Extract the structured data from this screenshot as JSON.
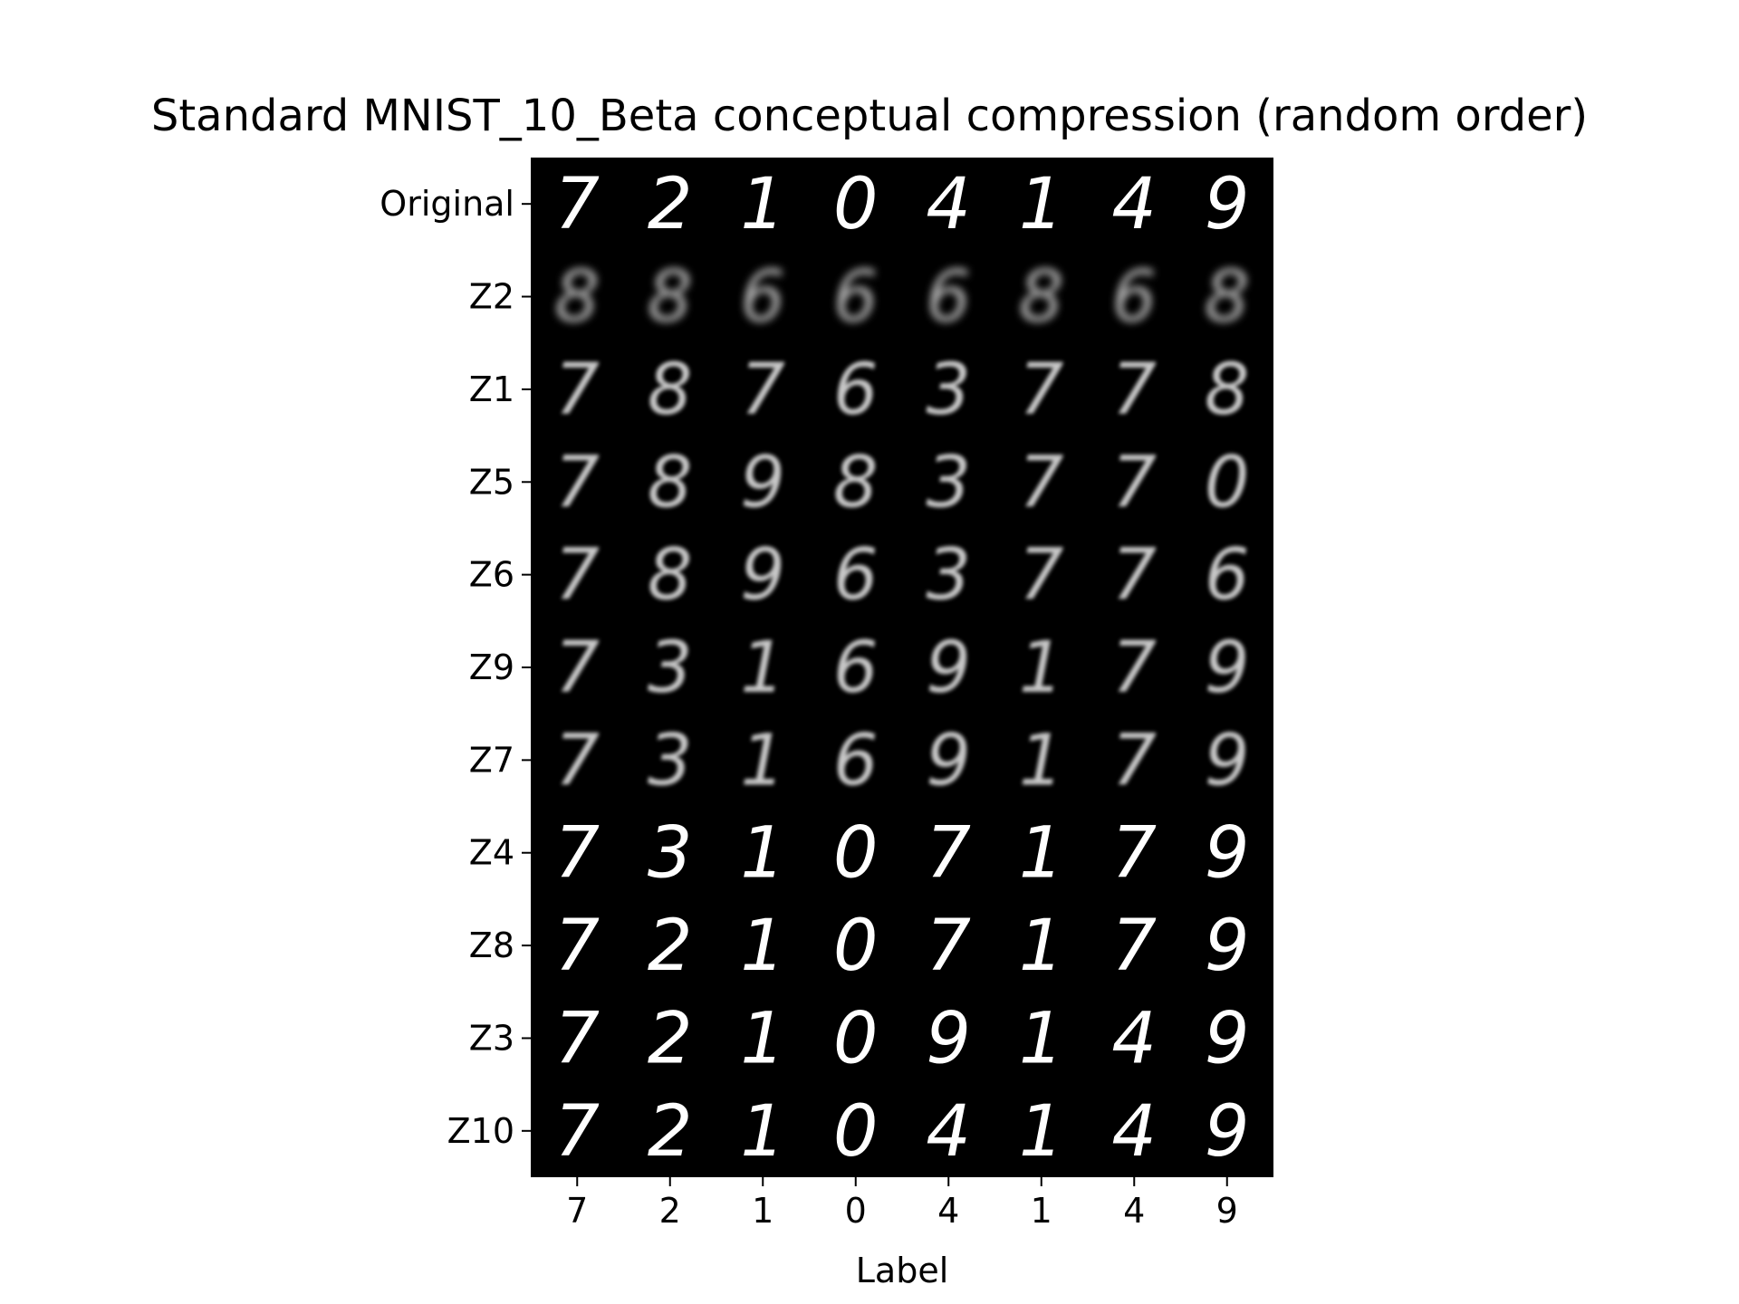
{
  "chart_data": {
    "type": "heatmap",
    "title": "Standard MNIST_10_Beta conceptual compression (random order)",
    "xlabel": "Label",
    "ylabel": "",
    "x_tick_labels": [
      "7",
      "2",
      "1",
      "0",
      "4",
      "1",
      "4",
      "9"
    ],
    "y_tick_labels": [
      "Original",
      "Z2",
      "Z1",
      "Z5",
      "Z6",
      "Z9",
      "Z7",
      "Z4",
      "Z8",
      "Z3",
      "Z10"
    ],
    "grid": false,
    "colormap": "gray",
    "background": "#000000",
    "cells": [
      [
        "7",
        "2",
        "1",
        "0",
        "4",
        "1",
        "4",
        "9"
      ],
      [
        "8",
        "8",
        "6",
        "6",
        "6",
        "8",
        "6",
        "8"
      ],
      [
        "7",
        "8",
        "7",
        "6",
        "3",
        "7",
        "7",
        "8"
      ],
      [
        "7",
        "8",
        "9",
        "8",
        "3",
        "7",
        "7",
        "0"
      ],
      [
        "7",
        "8",
        "9",
        "6",
        "3",
        "7",
        "7",
        "6"
      ],
      [
        "7",
        "3",
        "1",
        "6",
        "9",
        "1",
        "7",
        "9"
      ],
      [
        "7",
        "3",
        "1",
        "6",
        "9",
        "1",
        "7",
        "9"
      ],
      [
        "7",
        "3",
        "1",
        "0",
        "7",
        "1",
        "7",
        "9"
      ],
      [
        "7",
        "2",
        "1",
        "0",
        "7",
        "1",
        "7",
        "9"
      ],
      [
        "7",
        "2",
        "1",
        "0",
        "9",
        "1",
        "4",
        "9"
      ],
      [
        "7",
        "2",
        "1",
        "0",
        "4",
        "1",
        "4",
        "9"
      ]
    ]
  }
}
